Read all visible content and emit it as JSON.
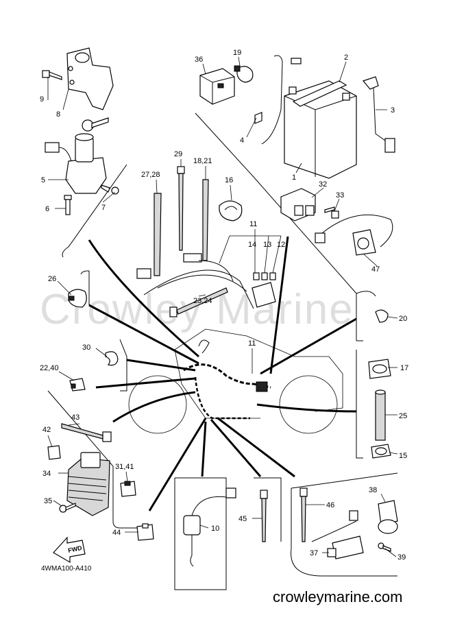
{
  "watermark": "Crowley Marine",
  "footer_url": "crowleymarine.com",
  "diagram_code": "4WMA100-A410",
  "fwd_label": "FWD",
  "callouts": {
    "c1": "1",
    "c2": "2",
    "c3": "3",
    "c4": "4",
    "c5": "5",
    "c6": "6",
    "c7": "7",
    "c8": "8",
    "c9": "9",
    "c10": "10",
    "c11_top": "11",
    "c11_mid": "11",
    "c12": "12",
    "c13": "13",
    "c14": "14",
    "c15": "15",
    "c16": "16",
    "c17": "17",
    "c18_21": "18,21",
    "c19": "19",
    "c20": "20",
    "c22_40": "22,40",
    "c23_24": "23,24",
    "c25": "25",
    "c26": "26",
    "c27_28": "27,28",
    "c29": "29",
    "c30": "30",
    "c31_41": "31,41",
    "c32": "32",
    "c33": "33",
    "c34": "34",
    "c35": "35",
    "c36": "36",
    "c37": "37",
    "c38": "38",
    "c39": "39",
    "c42": "42",
    "c43": "43",
    "c44": "44",
    "c45": "45",
    "c46": "46",
    "c47": "47"
  }
}
